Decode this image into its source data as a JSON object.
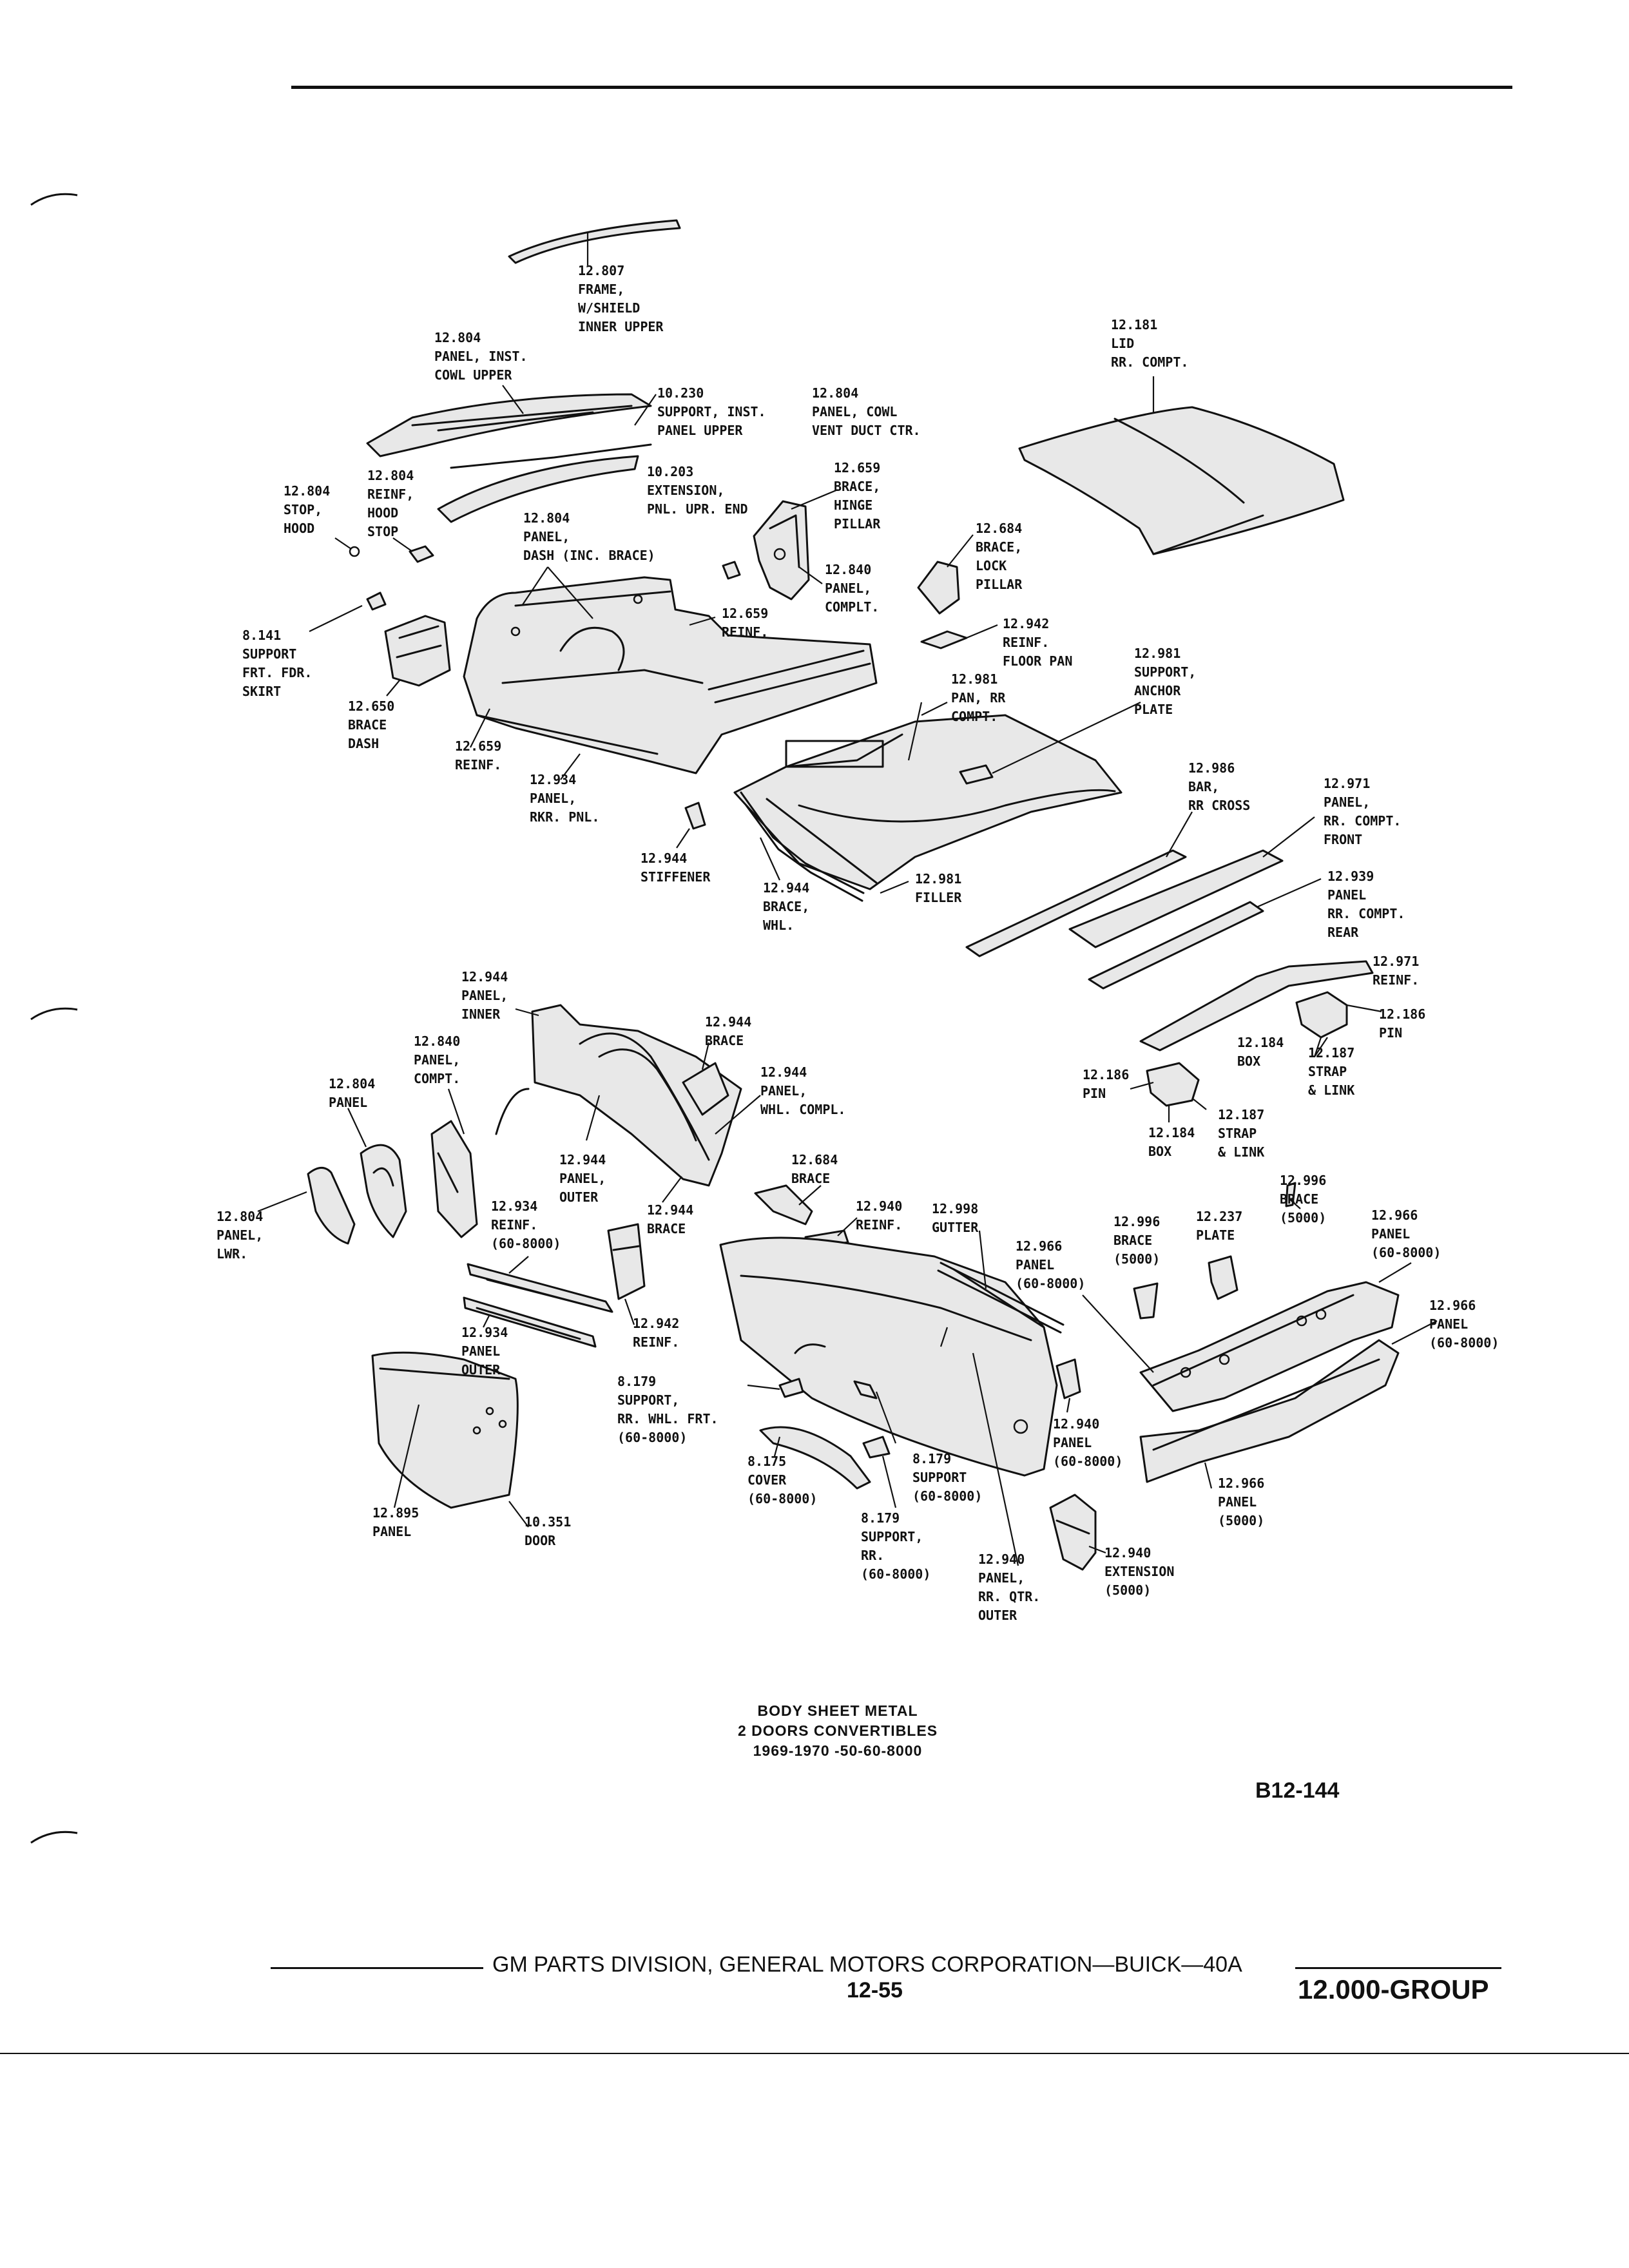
{
  "parts": [
    {
      "id": "frame-w-shield",
      "text": "12.807\nFRAME,\nW/SHIELD\nINNER UPPER"
    },
    {
      "id": "panel-inst-cowl-upper",
      "text": "12.804\nPANEL, INST.\nCOWL UPPER"
    },
    {
      "id": "support-inst-panel-upper",
      "text": "10.230\nSUPPORT, INST.\nPANEL UPPER"
    },
    {
      "id": "panel-cowl-vent-duct",
      "text": "12.804\nPANEL, COWL\nVENT DUCT CTR."
    },
    {
      "id": "lid-rr-compt",
      "text": "12.181\nLID\nRR. COMPT."
    },
    {
      "id": "stop-hood",
      "text": "12.804\nSTOP,\nHOOD"
    },
    {
      "id": "reinf-hood-stop",
      "text": "12.804\nREINF,\nHOOD\nSTOP"
    },
    {
      "id": "extension-pnl-upr-end",
      "text": "10.203\nEXTENSION,\nPNL. UPR. END"
    },
    {
      "id": "brace-hinge-pillar",
      "text": "12.659\nBRACE,\nHINGE\nPILLAR"
    },
    {
      "id": "panel-dash",
      "text": "12.804\nPANEL,\nDASH (INC. BRACE)"
    },
    {
      "id": "brace-lock-pillar",
      "text": "12.684\nBRACE,\nLOCK\nPILLAR"
    },
    {
      "id": "panel-compt-upper",
      "text": "12.840\nPANEL,\nCOMPLT."
    },
    {
      "id": "reinf-upper",
      "text": "12.659\nREINF."
    },
    {
      "id": "reinf-floor-pan",
      "text": "12.942\nREINF.\nFLOOR PAN"
    },
    {
      "id": "support-frt-fdr-skirt",
      "text": "8.141\nSUPPORT\nFRT. FDR.\nSKIRT"
    },
    {
      "id": "pan-rr-compt",
      "text": "12.981\nPAN, RR\nCOMPT."
    },
    {
      "id": "support-anchor-plate",
      "text": "12.981\nSUPPORT,\nANCHOR\nPLATE"
    },
    {
      "id": "brace-dash",
      "text": "12.650\nBRACE\nDASH"
    },
    {
      "id": "reinf-lower",
      "text": "12.659\nREINF."
    },
    {
      "id": "panel-rkr-pnl",
      "text": "12.934\nPANEL,\nRKR. PNL."
    },
    {
      "id": "bar-rr-cross",
      "text": "12.986\nBAR,\nRR CROSS"
    },
    {
      "id": "panel-rr-compt-front",
      "text": "12.971\nPANEL,\nRR. COMPT.\nFRONT"
    },
    {
      "id": "stiffener",
      "text": "12.944\nSTIFFENER"
    },
    {
      "id": "brace-whl",
      "text": "12.944\nBRACE,\nWHL."
    },
    {
      "id": "filler",
      "text": "12.981\nFILLER"
    },
    {
      "id": "panel-rr-compt-rear",
      "text": "12.939\nPANEL\nRR. COMPT.\nREAR"
    },
    {
      "id": "reinf-rr",
      "text": "12.971\nREINF."
    },
    {
      "id": "pin-right",
      "text": "12.186\nPIN"
    },
    {
      "id": "box-right",
      "text": "12.184\nBOX"
    },
    {
      "id": "strap-link-right",
      "text": "12.187\nSTRAP\n& LINK"
    },
    {
      "id": "pin-left",
      "text": "12.186\nPIN"
    },
    {
      "id": "box-left",
      "text": "12.184\nBOX"
    },
    {
      "id": "strap-link-left",
      "text": "12.187\nSTRAP\n& LINK"
    },
    {
      "id": "panel-inner",
      "text": "12.944\nPANEL,\nINNER"
    },
    {
      "id": "brace-944-upper",
      "text": "12.944\nBRACE"
    },
    {
      "id": "panel-compt-side",
      "text": "12.840\nPANEL,\nCOMPT."
    },
    {
      "id": "panel-whl-compl",
      "text": "12.944\nPANEL,\nWHL. COMPL."
    },
    {
      "id": "panel-804",
      "text": "12.804\nPANEL"
    },
    {
      "id": "panel-outer-944",
      "text": "12.944\nPANEL,\nOUTER"
    },
    {
      "id": "brace-944-lower",
      "text": "12.944\nBRACE"
    },
    {
      "id": "panel-lwr",
      "text": "12.804\nPANEL,\nLWR."
    },
    {
      "id": "reinf-934",
      "text": "12.934\nREINF.\n(60-8000)"
    },
    {
      "id": "reinf-942",
      "text": "12.942\nREINF."
    },
    {
      "id": "panel-outer-934",
      "text": "12.934\nPANEL\nOUTER"
    },
    {
      "id": "brace-684",
      "text": "12.684\nBRACE"
    },
    {
      "id": "reinf-940",
      "text": "12.940\nREINF."
    },
    {
      "id": "gutter",
      "text": "12.998\nGUTTER"
    },
    {
      "id": "panel-966-a",
      "text": "12.966\nPANEL\n(60-8000)"
    },
    {
      "id": "brace-996-a",
      "text": "12.996\nBRACE\n(5000)"
    },
    {
      "id": "plate-237",
      "text": "12.237\nPLATE"
    },
    {
      "id": "brace-996-b",
      "text": "12.996\nBRACE\n(5000)"
    },
    {
      "id": "panel-966-b",
      "text": "12.966\nPANEL\n(60-8000)"
    },
    {
      "id": "panel-966-c",
      "text": "12.966\nPANEL\n(60-8000)"
    },
    {
      "id": "support-rr-whl-frt",
      "text": "8.179\nSUPPORT,\nRR. WHL. FRT.\n(60-8000)"
    },
    {
      "id": "cover",
      "text": "8.175\nCOVER\n(60-8000)"
    },
    {
      "id": "support-179-a",
      "text": "8.179\nSUPPORT\n(60-8000)"
    },
    {
      "id": "support-rr",
      "text": "8.179\nSUPPORT,\nRR.\n(60-8000)"
    },
    {
      "id": "panel-940",
      "text": "12.940\nPANEL\n(60-8000)"
    },
    {
      "id": "panel-966-d",
      "text": "12.966\nPANEL\n(5000)"
    },
    {
      "id": "panel-rr-qtr-outer",
      "text": "12.940\nPANEL,\nRR. QTR.\nOUTER"
    },
    {
      "id": "extension-940",
      "text": "12.940\nEXTENSION\n(5000)"
    },
    {
      "id": "panel-895",
      "text": "12.895\nPANEL"
    },
    {
      "id": "door",
      "text": "10.351\nDOOR"
    }
  ],
  "caption": {
    "line1": "BODY SHEET METAL",
    "line2": "2 DOORS CONVERTIBLES",
    "line3": "1969-1970 -50-60-8000"
  },
  "figure_id": "B12-144",
  "footer": {
    "division": "GM PARTS DIVISION, GENERAL MOTORS CORPORATION—BUICK—40A",
    "page": "12-55",
    "group": "12.000-GROUP"
  }
}
